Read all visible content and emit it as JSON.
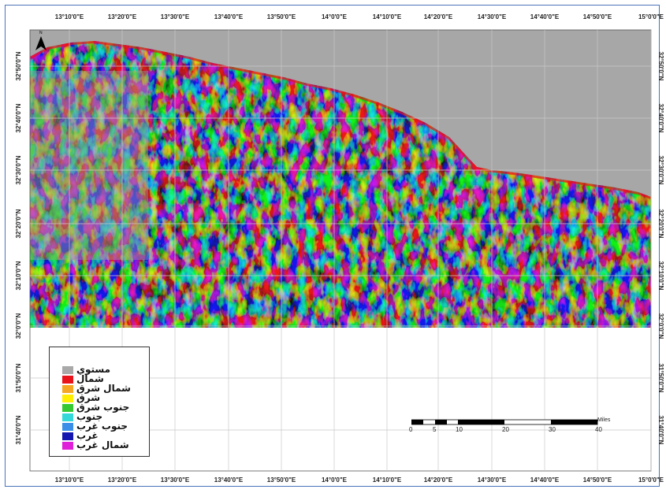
{
  "map": {
    "north_arrow": "N",
    "top_labels": [
      "13°10'0\"E",
      "13°20'0\"E",
      "13°30'0\"E",
      "13°40'0\"E",
      "13°50'0\"E",
      "14°0'0\"E",
      "14°10'0\"E",
      "14°20'0\"E",
      "14°30'0\"E",
      "14°40'0\"E",
      "14°50'0\"E",
      "15°0'0\"E"
    ],
    "bottom_labels": [
      "13°10'0\"E",
      "13°20'0\"E",
      "13°30'0\"E",
      "13°40'0\"E",
      "13°50'0\"E",
      "14°0'0\"E",
      "14°10'0\"E",
      "14°20'0\"E",
      "14°30'0\"E",
      "14°40'0\"E",
      "14°50'0\"E",
      "15°0'0\"E"
    ],
    "side_labels": [
      "32°50'0\"N",
      "32°40'0\"N",
      "32°30'0\"N",
      "32°20'0\"N",
      "32°10'0\"N",
      "32°0'0\"N",
      "31°50'0\"N",
      "31°40'0\"N"
    ]
  },
  "legend": {
    "items": [
      {
        "label": "مستوي",
        "color": "#a9a9a9"
      },
      {
        "label": "شمال",
        "color": "#e8131b"
      },
      {
        "label": "شمال شرق",
        "color": "#f5a623"
      },
      {
        "label": "شرق",
        "color": "#ffee00"
      },
      {
        "label": "جنوب شرق",
        "color": "#34c930"
      },
      {
        "label": "جنوب",
        "color": "#35d8d8"
      },
      {
        "label": "جنوب غرب",
        "color": "#3a8ee8"
      },
      {
        "label": "غرب",
        "color": "#1515b0"
      },
      {
        "label": "شمال غرب",
        "color": "#e020d8"
      }
    ]
  },
  "scalebar": {
    "labels": [
      "0",
      "5",
      "10",
      "20",
      "30",
      "40"
    ],
    "unit": "Miles"
  }
}
